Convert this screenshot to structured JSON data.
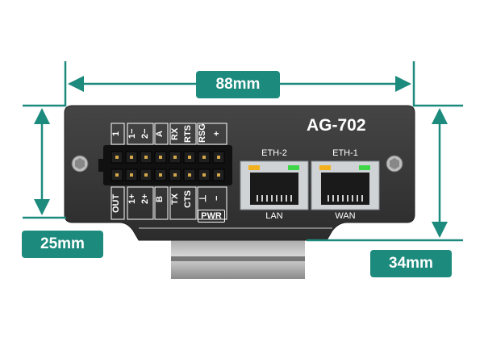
{
  "dimensions": {
    "width": "88mm",
    "height_left": "25mm",
    "height_right": "34mm"
  },
  "model": "AG-702",
  "terminal": {
    "top_labels": [
      "1",
      "1−",
      "2−",
      "A",
      "RX",
      "RTS",
      "RSG",
      "+"
    ],
    "bottom_labels": [
      "OUT",
      "1+",
      "2+",
      "B",
      "TX",
      "CTS",
      "⊥",
      "−"
    ],
    "power_label": "PWR"
  },
  "ports": [
    {
      "top_label": "ETH-2",
      "bottom_label": "LAN"
    },
    {
      "top_label": "ETH-1",
      "bottom_label": "WAN"
    }
  ],
  "colors": {
    "accent": "#1c8a7c",
    "panel": "#3a3a3a",
    "led_yellow": "#f2b01e",
    "led_green": "#3fd64a"
  }
}
